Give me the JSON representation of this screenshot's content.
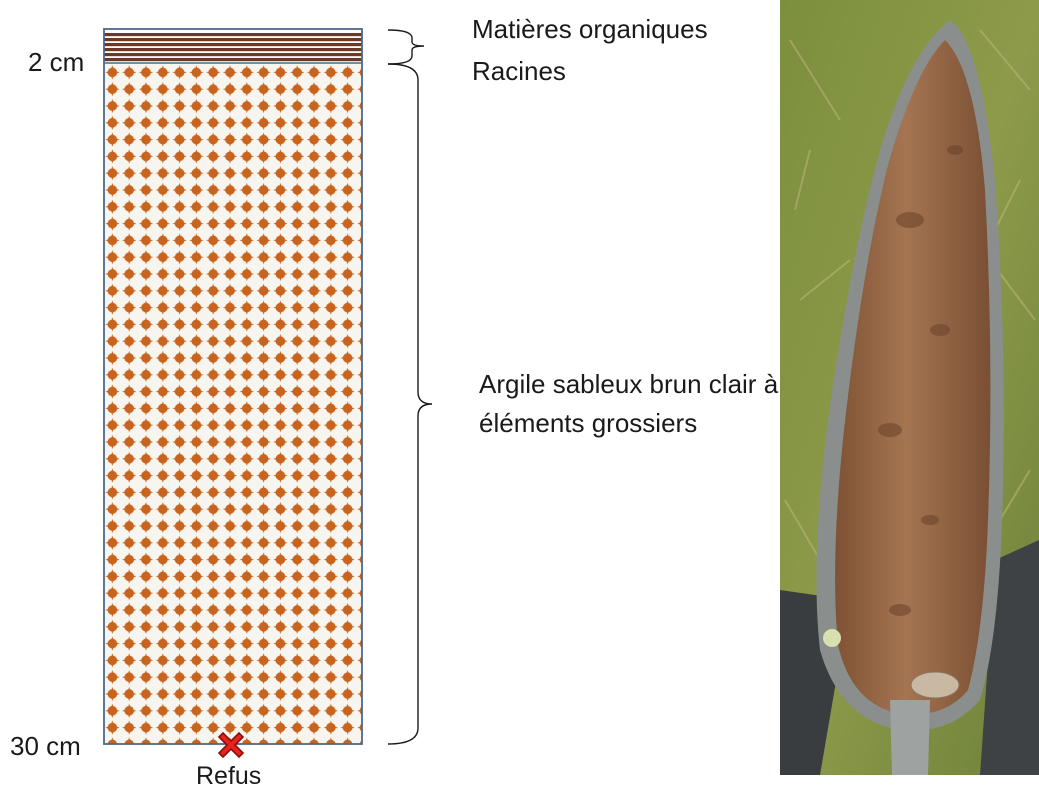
{
  "depth_labels": {
    "top": "2 cm",
    "bottom": "30 cm"
  },
  "layers": [
    {
      "label": "Matières organiques\nRacines",
      "pattern": "horizontal-stripes",
      "color": "#6b3a26"
    },
    {
      "label": "Argile sableux brun clair à éléments grossiers",
      "pattern": "dotted-grid",
      "color": "#c8641e"
    }
  ],
  "refusal": {
    "label": "Refus",
    "symbol": "x-mark",
    "color": "#e8231e"
  },
  "photo": {
    "subject": "soil core in auger",
    "soil_color": "#9b6b48",
    "background": "grass"
  }
}
